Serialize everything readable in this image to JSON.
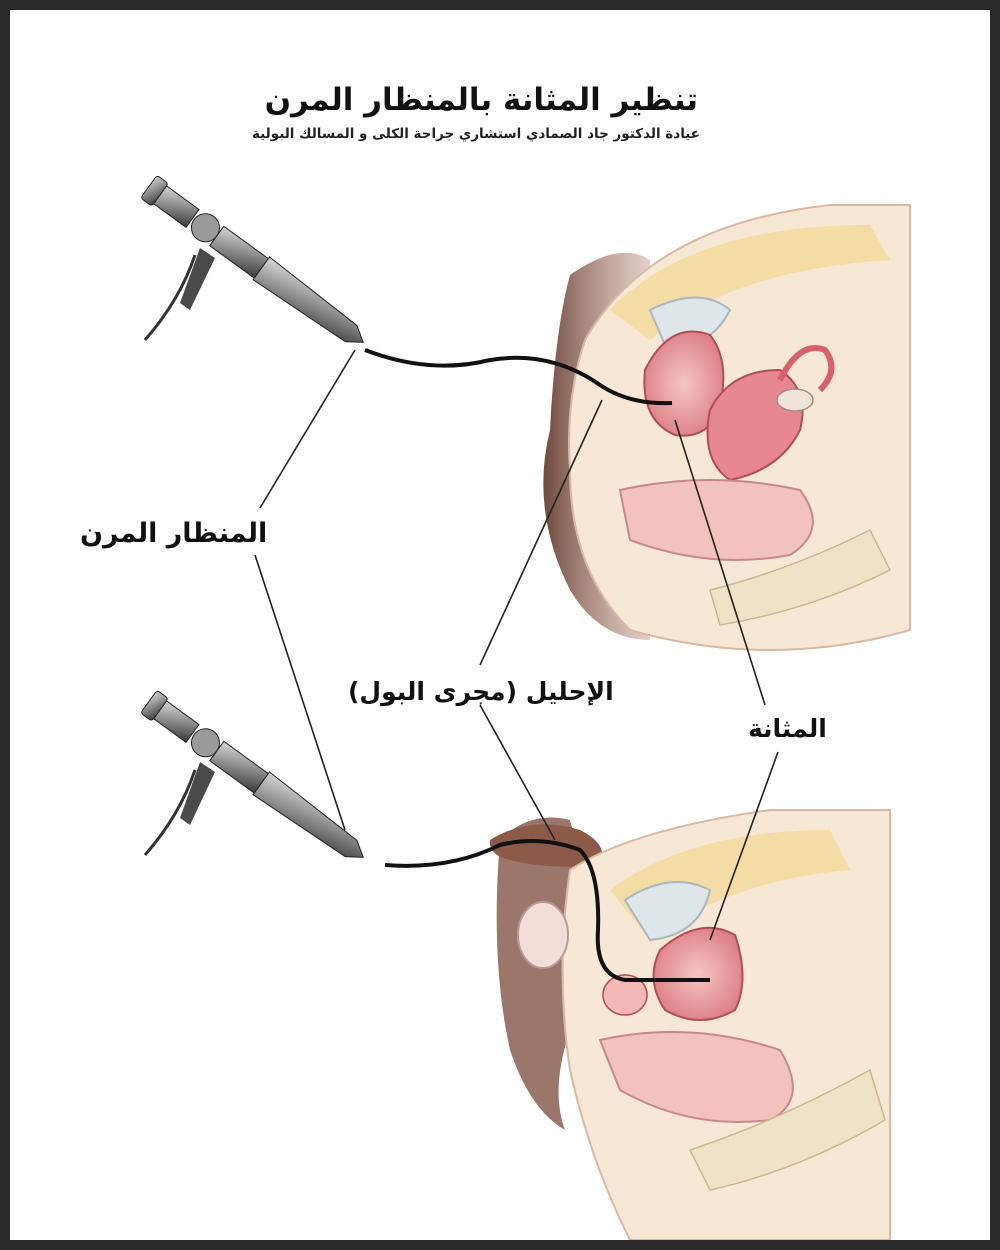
{
  "title": "تنظير المثانة بالمنظار المرن",
  "subtitle": "عيادة الدكتور جاد الصمادي استشاري جراحة الكلى و المسالك البولية",
  "labels": {
    "flexible_scope": "المنظار المرن",
    "urethra": "الإحليل (مجرى البول)",
    "bladder": "المثانة"
  },
  "colors": {
    "background": "#ffffff",
    "frame": "#2a2a2a",
    "skin_shadow": "#7a4a3a",
    "bladder_tissue": "#e8a0a4",
    "fat_layer": "#f3dca0",
    "scope_metal": "#8a8a8a"
  }
}
